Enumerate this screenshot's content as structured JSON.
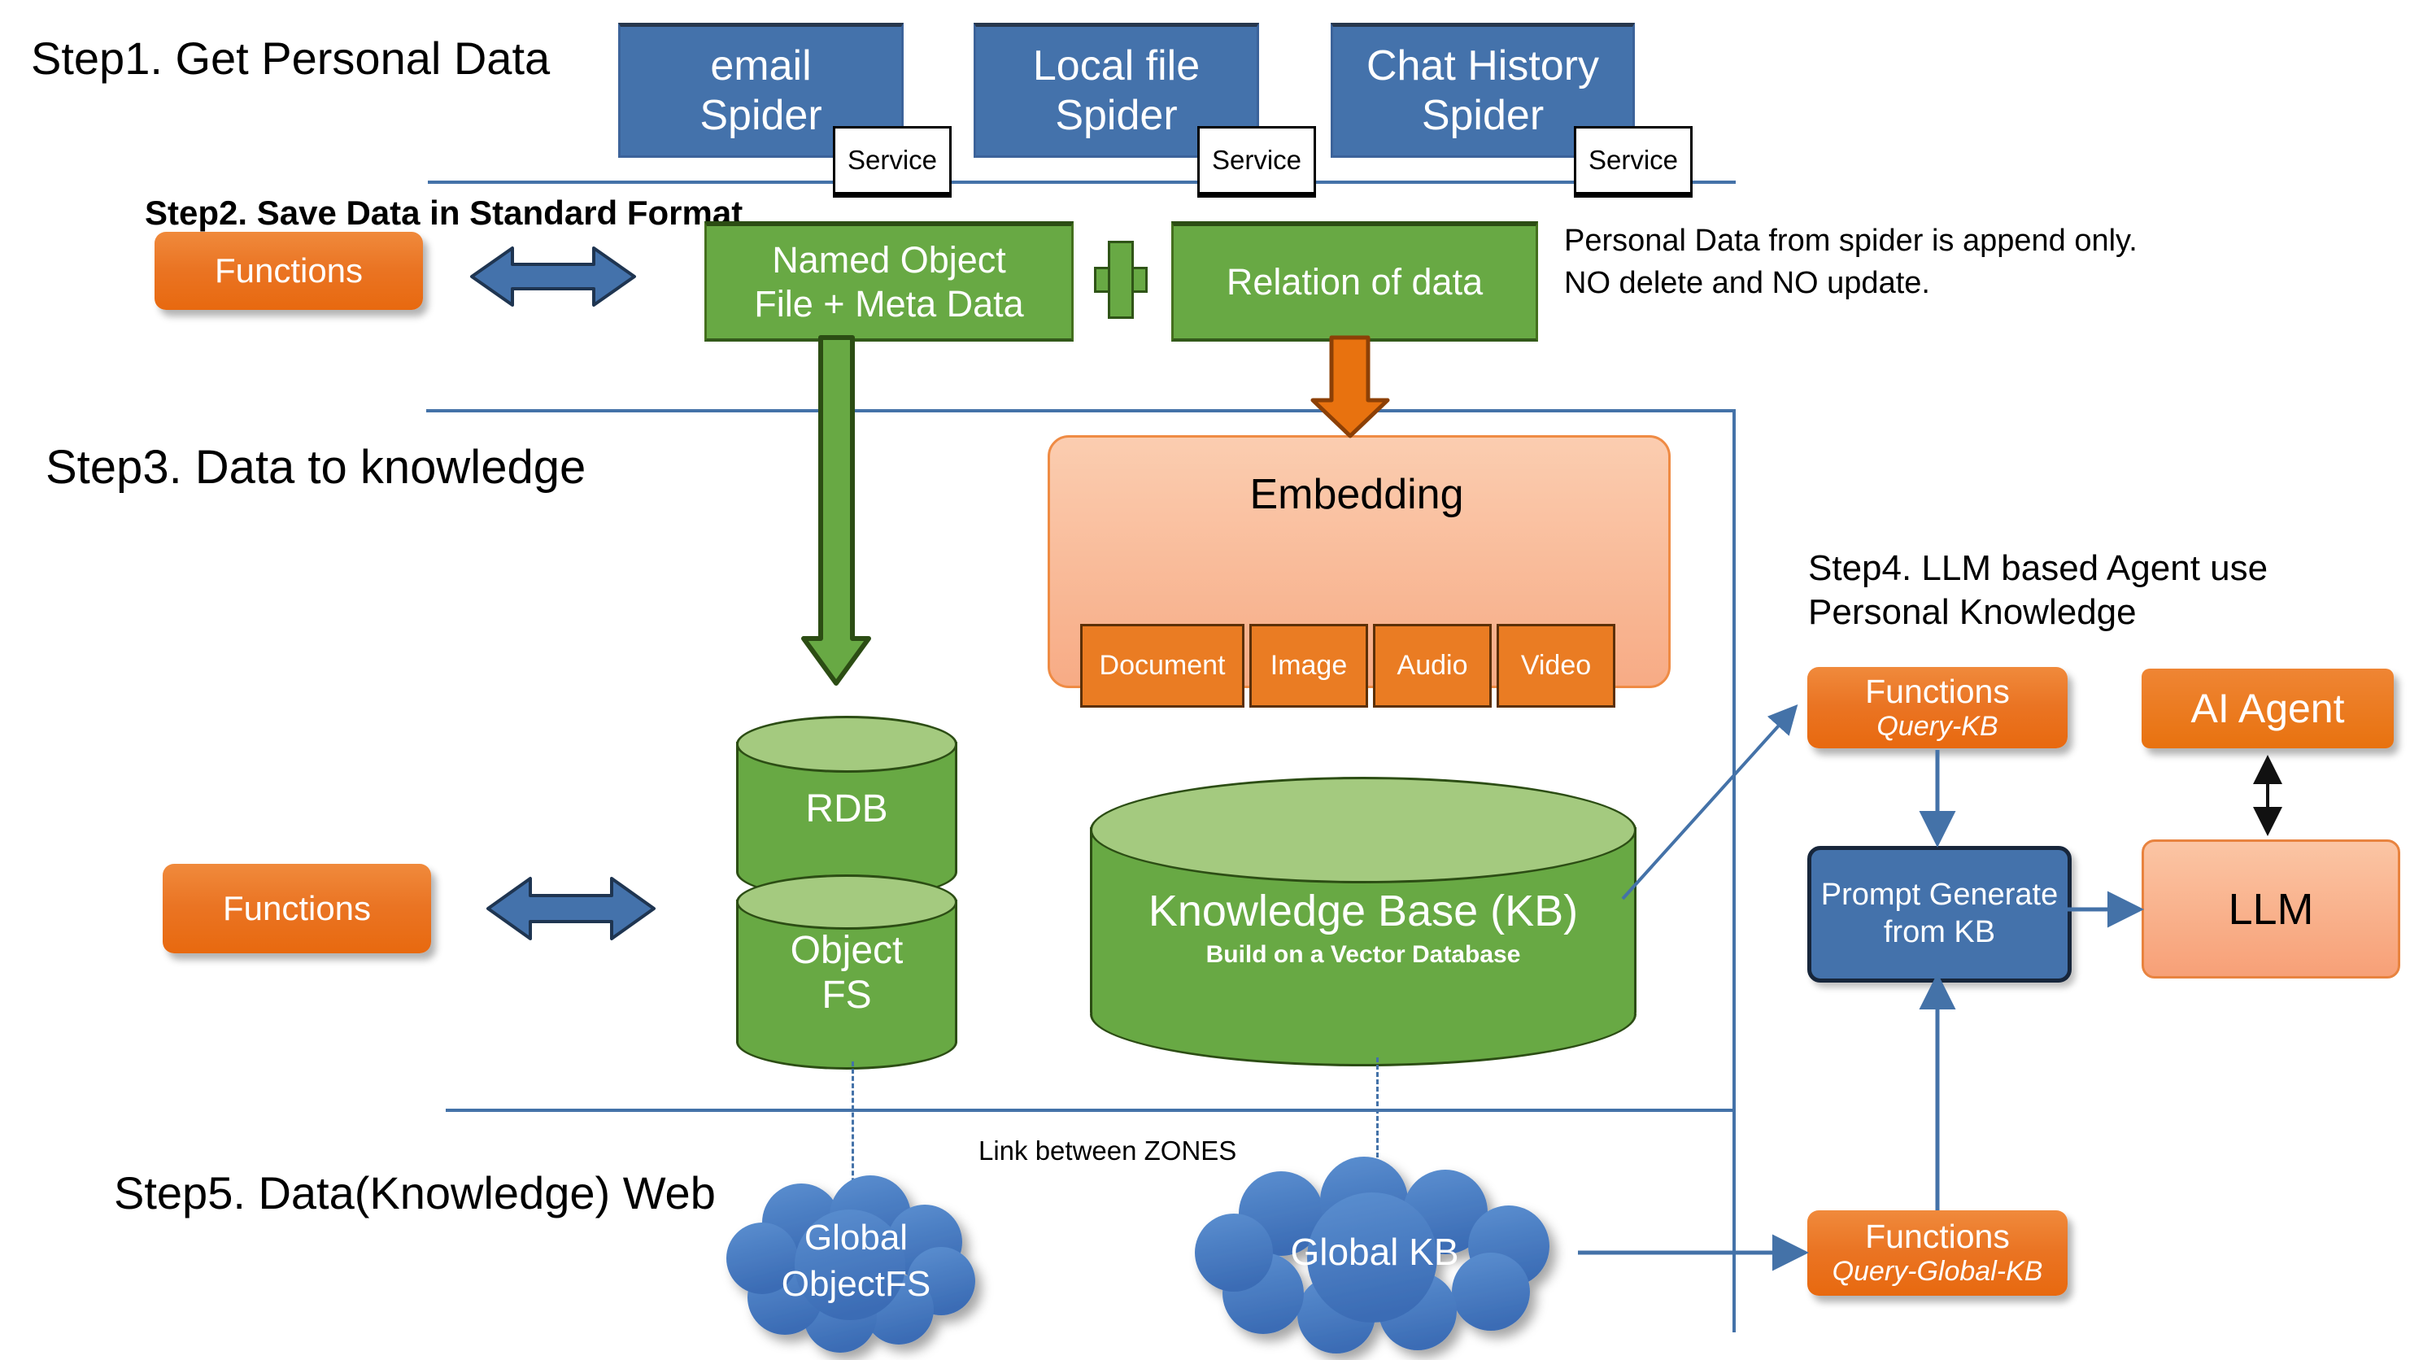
{
  "steps": {
    "step1": "Step1. Get Personal Data",
    "step2": "Step2. Save Data in Standard Format",
    "step3": "Step3. Data to knowledge",
    "step4": "Step4. LLM based Agent use\nPersonal Knowledge",
    "step5": "Step5. Data(Knowledge) Web"
  },
  "spiders": [
    {
      "label": "email\nSpider",
      "service": "Service"
    },
    {
      "label": "Local file\nSpider",
      "service": "Service"
    },
    {
      "label": "Chat History\nSpider",
      "service": "Service"
    }
  ],
  "storage_format": {
    "named_object": "Named Object\nFile + Meta Data",
    "plus": "+",
    "relation": "Relation of data",
    "note": "Personal Data from spider is append only.\nNO delete and NO update."
  },
  "functions": {
    "step2_label": "Functions",
    "step3_label": "Functions",
    "query_kb_label": "Functions",
    "query_kb_sub": "Query-KB",
    "query_global_kb_label": "Functions",
    "query_global_kb_sub": "Query-Global-KB"
  },
  "embedding": {
    "title": "Embedding",
    "media": [
      "Document",
      "Image",
      "Audio",
      "Video"
    ]
  },
  "stores": {
    "rdb": "RDB",
    "object_fs": "Object\nFS",
    "kb_title": "Knowledge Base (KB)",
    "kb_subtitle": "Build on a Vector Database"
  },
  "agent": {
    "ai_agent": "AI Agent",
    "llm": "LLM",
    "prompt_generate": "Prompt Generate\nfrom KB"
  },
  "web": {
    "global_objectfs": "Global\nObjectFS",
    "global_kb": "Global KB",
    "link_label": "Link between ZONES"
  },
  "colors": {
    "blue_box": "#4472ab",
    "green_box": "#68a944",
    "orange_fn": "#ea7423",
    "light_orange": "#f7a077",
    "separator": "#4472a8",
    "cloud_blue": "#4a7ec1"
  }
}
